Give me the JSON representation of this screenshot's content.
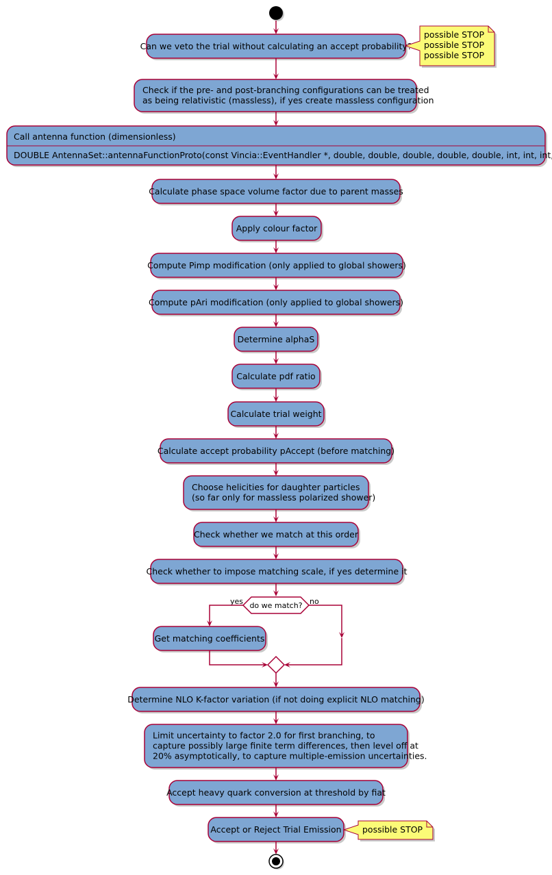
{
  "activities": [
    {
      "id": "a1",
      "lines": [
        "Can we veto the trial without calculating an accept probability?"
      ]
    },
    {
      "id": "a2",
      "lines": [
        "Check if the pre- and post-branching configurations can be treated",
        "as being relativistic (massless), if yes create massless configuration"
      ]
    },
    {
      "id": "a3",
      "lines": [
        "Call antenna function (dimensionless)"
      ],
      "detail": "DOUBLE AntennaSet::antennaFunctionProto(const Vincia::EventHandler *, double, double, double, double, double, int, int, int, int, int)"
    },
    {
      "id": "a4",
      "lines": [
        "Calculate phase space volume factor due to parent masses"
      ]
    },
    {
      "id": "a5",
      "lines": [
        "Apply colour factor"
      ]
    },
    {
      "id": "a6",
      "lines": [
        "Compute Pimp modification (only applied to global showers)"
      ]
    },
    {
      "id": "a7",
      "lines": [
        "Compute pAri modification (only applied to global showers)"
      ]
    },
    {
      "id": "a8",
      "lines": [
        "Determine alphaS"
      ]
    },
    {
      "id": "a9",
      "lines": [
        "Calculate pdf ratio"
      ]
    },
    {
      "id": "a10",
      "lines": [
        "Calculate trial weight"
      ]
    },
    {
      "id": "a11",
      "lines": [
        "Calculate accept probability pAccept (before matching)"
      ]
    },
    {
      "id": "a12",
      "lines": [
        "Choose helicities for daughter particles",
        "(so far only for massless polarized shower)"
      ]
    },
    {
      "id": "a13",
      "lines": [
        "Check whether we match at this order"
      ]
    },
    {
      "id": "a14",
      "lines": [
        "Check whether to impose matching scale, if yes determine it"
      ]
    },
    {
      "id": "a15",
      "lines": [
        "Get matching coefficients"
      ]
    },
    {
      "id": "a16",
      "lines": [
        "Determine NLO K-factor variation (if not doing explicit NLO matching)"
      ]
    },
    {
      "id": "a17",
      "lines": [
        "Limit uncertainty to factor 2.0 for first branching, to",
        "capture possibly large finite term differences, then level off at",
        "20% asymptotically, to capture multiple-emission uncertainties."
      ]
    },
    {
      "id": "a18",
      "lines": [
        "Accept heavy quark conversion at threshold by fiat"
      ]
    },
    {
      "id": "a19",
      "lines": [
        "Accept or Reject Trial Emission"
      ]
    }
  ],
  "notes": [
    {
      "id": "n1",
      "lines": [
        "possible STOP",
        "possible STOP",
        "possible STOP"
      ]
    },
    {
      "id": "n2",
      "lines": [
        "possible STOP"
      ]
    }
  ],
  "decision": {
    "label": "do we match?",
    "yes": "yes",
    "no": "no"
  },
  "colors": {
    "activity_fill": "#7ea6d3",
    "border": "#a80036",
    "note_fill": "#fbfb77"
  }
}
